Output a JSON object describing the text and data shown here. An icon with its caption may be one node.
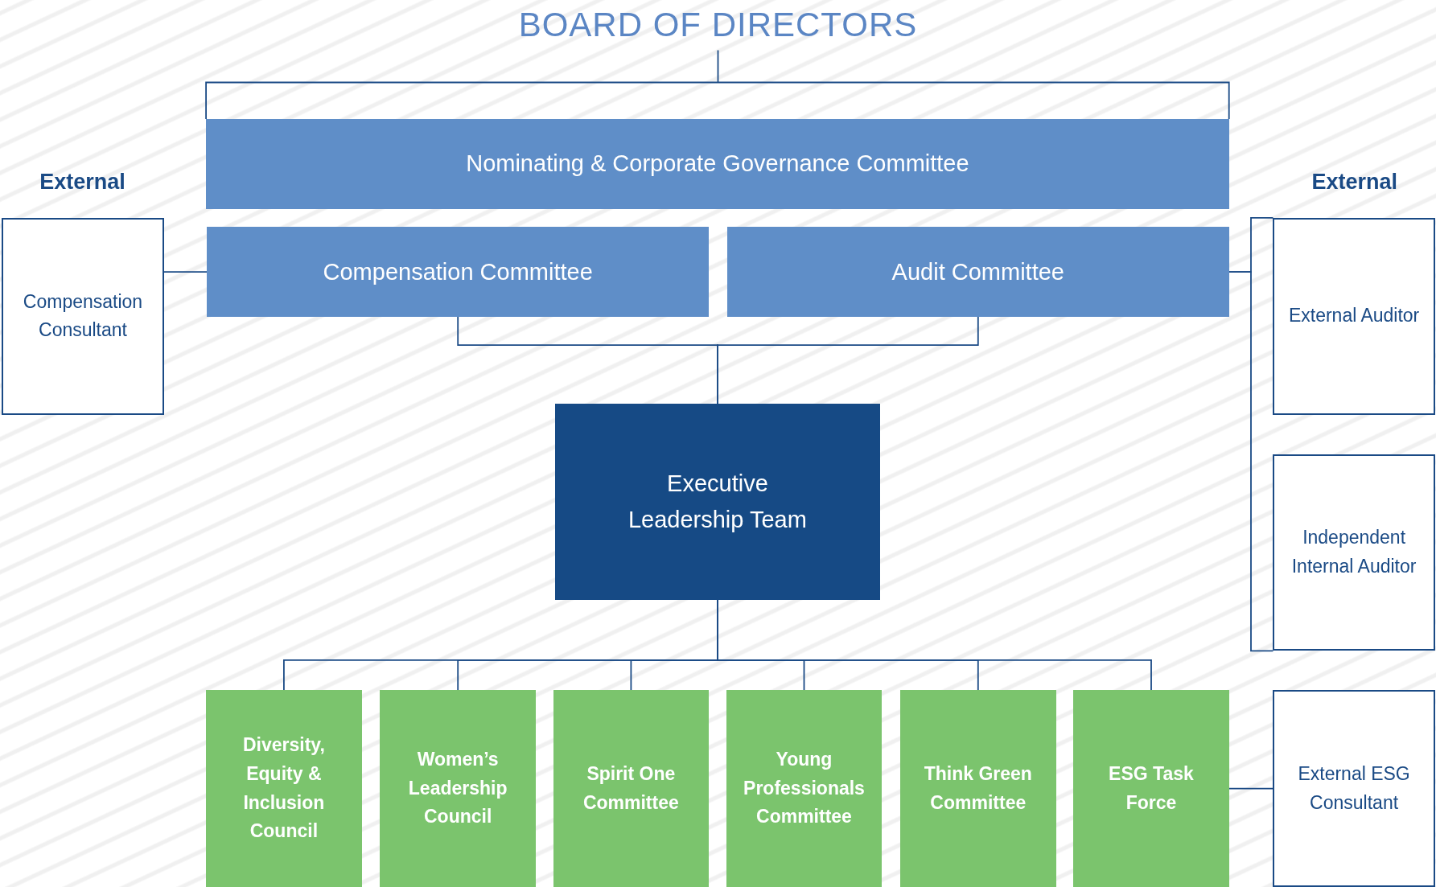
{
  "diagram": {
    "nodes": [
      {
        "text": [
          "BOARD OF DIRECTORS"
        ]
      },
      {
        "text": [
          "Nominating & Corporate Governance Committee"
        ]
      },
      {
        "text": [
          "Compensation Committee"
        ]
      },
      {
        "text": [
          "Audit Committee"
        ]
      },
      {
        "text": [
          "Executive Leadership Team"
        ]
      },
      {
        "text": [
          "Diversity, Equity & Inclusion Council"
        ]
      },
      {
        "text": [
          "Women’s Leadership Council"
        ]
      },
      {
        "text": [
          "Spirit One Committee"
        ]
      },
      {
        "text": [
          "Young Professionals Committee"
        ]
      },
      {
        "text": [
          "Think Green Committee"
        ]
      },
      {
        "text": [
          "ESG Task Force"
        ]
      },
      {
        "text": [
          "Compensation Consultant"
        ]
      },
      {
        "text": [
          "External Auditor"
        ]
      },
      {
        "text": [
          "Independent Internal Auditor"
        ]
      },
      {
        "text": [
          "External ESG Consultant"
        ]
      }
    ],
    "edges": [
      {
        "from": 0,
        "to": 1,
        "arrow": "none"
      },
      {
        "from": 2,
        "to": 4,
        "arrow": "none"
      },
      {
        "from": 3,
        "to": 4,
        "arrow": "none"
      },
      {
        "from": 4,
        "to": 5,
        "arrow": "none"
      },
      {
        "from": 4,
        "to": 6,
        "arrow": "none"
      },
      {
        "from": 4,
        "to": 7,
        "arrow": "none"
      },
      {
        "from": 4,
        "to": 8,
        "arrow": "none"
      },
      {
        "from": 4,
        "to": 9,
        "arrow": "none"
      },
      {
        "from": 4,
        "to": 10,
        "arrow": "none"
      },
      {
        "from": 11,
        "to": 2,
        "arrow": "none"
      },
      {
        "from": 12,
        "to": 3,
        "arrow": "none"
      },
      {
        "from": 13,
        "to": 3,
        "arrow": "none"
      },
      {
        "from": 14,
        "to": 10,
        "arrow": "none"
      }
    ],
    "labels": [
      "External",
      "External"
    ]
  }
}
